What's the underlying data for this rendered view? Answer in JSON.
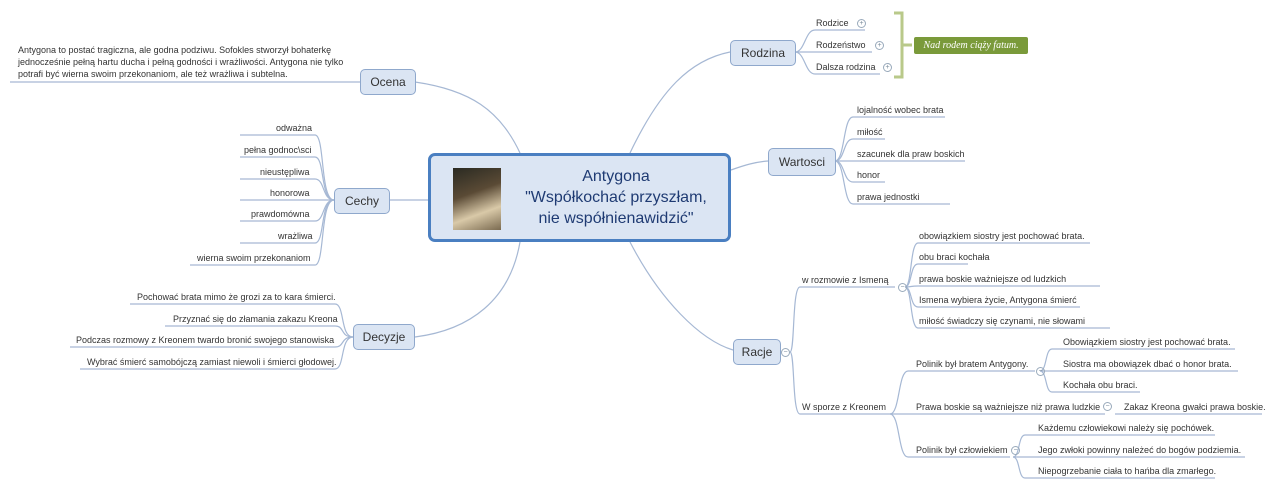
{
  "central": {
    "title_line1": "Antygona",
    "title_line2": "\"Współkochać przyszłam,",
    "title_line3": "nie współnienawidzić\""
  },
  "ocena": {
    "label": "Ocena",
    "text": "Antygona to postać tragiczna, ale godna podziwu. Sofokles stworzył bohaterkę jednocześnie pełną hartu ducha i pełną godności i wrażliwości. Antygona nie tylko potrafi być wierna swoim przekonaniom, ale też wrażliwa i subtelna."
  },
  "cechy": {
    "label": "Cechy",
    "items": [
      "odważna",
      "pełna godnoc\\sci",
      "nieustępliwa",
      "honorowa",
      "prawdomówna",
      "wrażliwa",
      "wierna swoim przekonaniom"
    ]
  },
  "decyzje": {
    "label": "Decyzje",
    "items": [
      "Pochować brata mimo że grozi za to kara śmierci.",
      "Przyznać się do złamania zakazu Kreona",
      "Podczas rozmowy z Kreonem twardo bronić swojego stanowiska",
      "Wybrać śmierć samobójczą zamiast niewoli i śmierci głodowej."
    ]
  },
  "rodzina": {
    "label": "Rodzina",
    "items": [
      "Rodzice",
      "Rodzeństwo",
      "Dalsza rodzina"
    ],
    "callout": "Nad rodem ciąży fatum."
  },
  "wartosci": {
    "label": "Wartosci",
    "items": [
      "lojalność wobec brata",
      "miłość",
      "szacunek dla praw boskich",
      "honor",
      "prawa jednostki"
    ]
  },
  "racje": {
    "label": "Racje",
    "ismena": {
      "label": "w rozmowie z Ismeną",
      "items": [
        "obowiązkiem siostry jest pochować brata.",
        "obu braci kochała",
        "prawa boskie ważniejsze od ludzkich",
        "Ismena wybiera życie, Antygona śmierć",
        "miłość świadczy się czynami, nie słowami"
      ]
    },
    "kreon": {
      "label": "W sporze z Kreonem",
      "polinik_brat": {
        "label": "Polinik był bratem Antygony.",
        "items": [
          "Obowiązkiem siostry jest pochować brata.",
          "Siostra ma obowiązek dbać o honor brata.",
          "Kochała obu braci."
        ]
      },
      "prawa": {
        "label": "Prawa boskie są ważniejsze niż prawa ludzkie",
        "items": [
          "Zakaz Kreona gwałci prawa boskie."
        ]
      },
      "polinik_czlowiek": {
        "label": "Polinik był człowiekiem",
        "items": [
          "Każdemu człowiekowi należy się pochówek.",
          "Jego zwłoki powinny należeć do bogów podziemia.",
          "Niepogrzebanie ciała to hańba dla zmarłego."
        ]
      }
    }
  },
  "colors": {
    "accent": "#4a7fc1",
    "branch_fill": "#dbe5f3",
    "line": "#8fa8cc",
    "callout": "#7a9a3a"
  }
}
